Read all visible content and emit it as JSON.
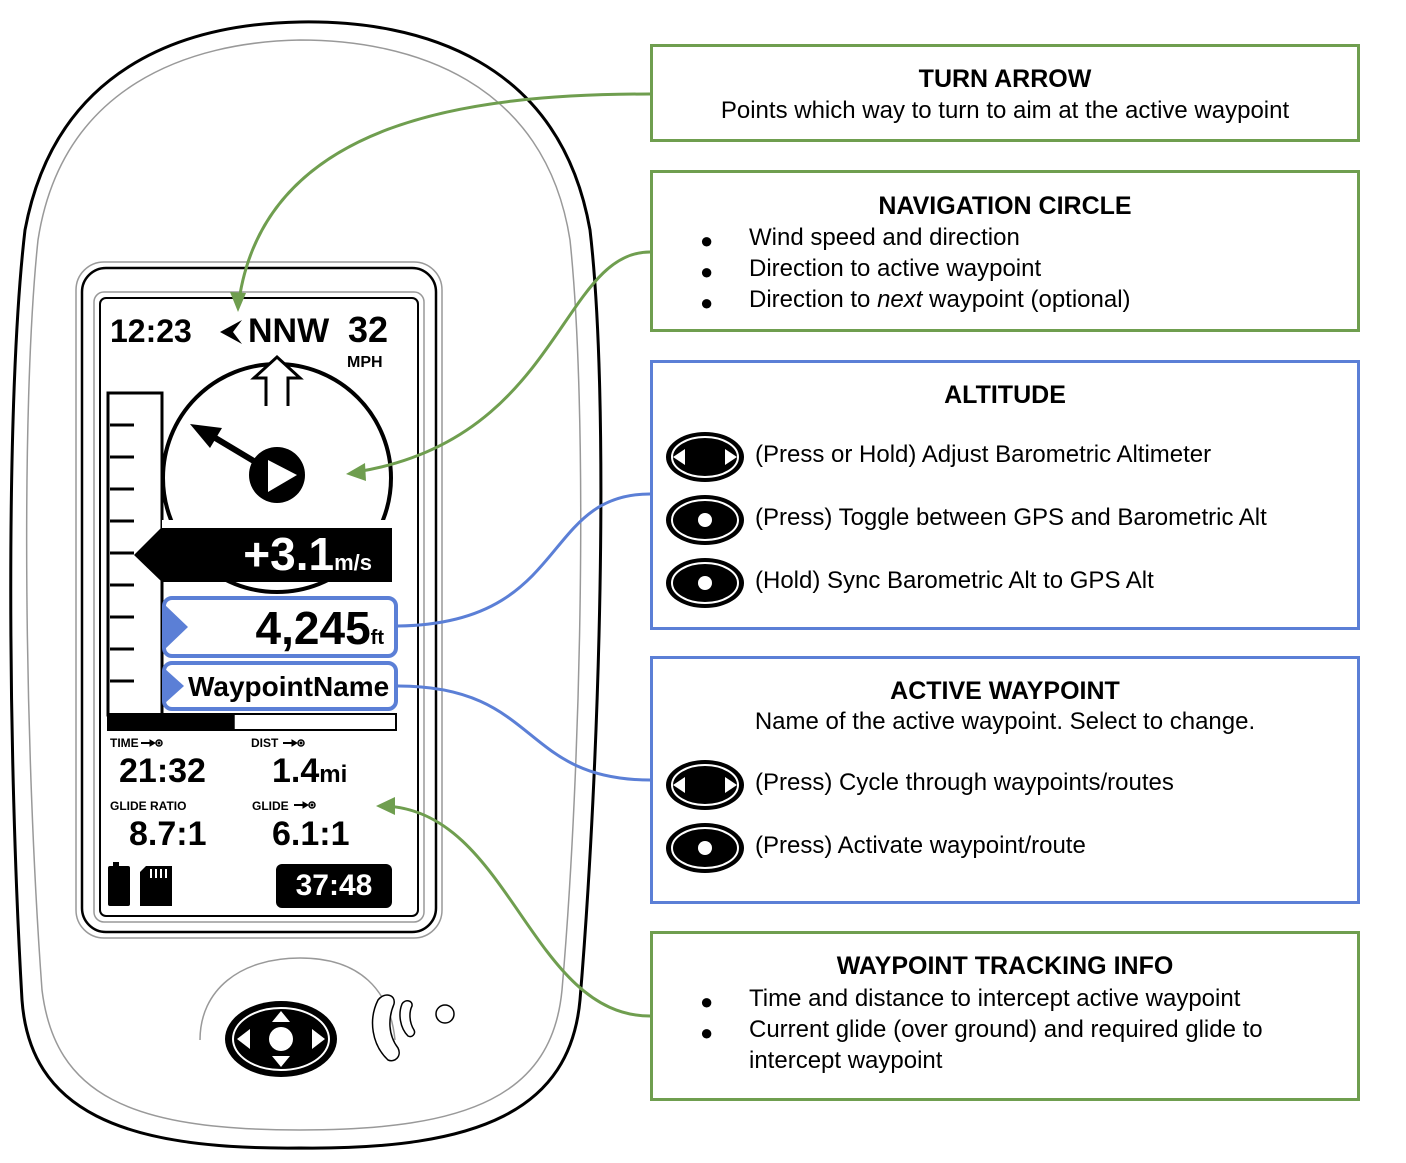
{
  "screen": {
    "clock": "12:23",
    "heading": "NNW",
    "wind_speed": "32",
    "wind_unit": "MPH",
    "vario_value": "+3.1",
    "vario_unit": "m/s",
    "altitude_value": "4,245",
    "altitude_unit": "ft",
    "waypoint_name": "WaypointName",
    "time_label": "TIME",
    "time_value": "21:32",
    "dist_label": "DIST",
    "dist_value": "1.4",
    "dist_unit": "mi",
    "glide_ratio_label": "GLIDE RATIO",
    "glide_ratio_value": "8.7:1",
    "glide_label": "GLIDE",
    "glide_value": "6.1:1",
    "timer": "37:48",
    "progress_fraction": 0.44
  },
  "annotations": {
    "turn_arrow": {
      "title": "TURN ARROW",
      "text": "Points which way to turn to aim at the active waypoint"
    },
    "navigation_circle": {
      "title": "NAVIGATION CIRCLE",
      "bullets": [
        "Wind speed and direction",
        "Direction to active waypoint"
      ],
      "bullet3_prefix": "Direction to ",
      "bullet3_emph": "next",
      "bullet3_suffix": " waypoint (optional)"
    },
    "altitude": {
      "title": "ALTITUDE",
      "items": [
        "(Press or Hold) Adjust Barometric Altimeter",
        "(Press) Toggle between GPS and Barometric Alt",
        "(Hold) Sync Barometric Alt to GPS Alt"
      ]
    },
    "active_waypoint": {
      "title": "ACTIVE WAYPOINT",
      "text": "Name of the active waypoint.  Select to change.",
      "items": [
        "(Press) Cycle through waypoints/routes",
        "(Press) Activate waypoint/route"
      ]
    },
    "waypoint_tracking": {
      "title": "WAYPOINT TRACKING INFO",
      "bullets": [
        "Time and distance to intercept active waypoint",
        "Current glide (over ground) and required glide to"
      ],
      "bullet2_cont": "intercept waypoint"
    }
  },
  "colors": {
    "green": "#6f9e4f",
    "blue": "#5b7fd6"
  }
}
